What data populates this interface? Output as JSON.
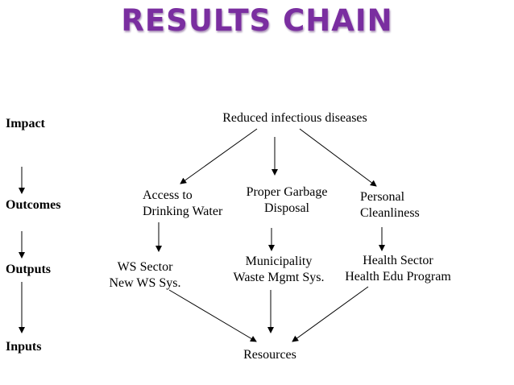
{
  "title": "RESULTS CHAIN",
  "levels": {
    "impact": "Impact",
    "outcomes": "Outcomes",
    "outputs": "Outputs",
    "inputs": "Inputs"
  },
  "nodes": {
    "reduced_diseases": "Reduced infectious diseases",
    "drinking_water": [
      "Access to",
      "Drinking Water"
    ],
    "garbage_disposal": [
      "Proper Garbage",
      "Disposal"
    ],
    "cleanliness": [
      "Personal",
      "Cleanliness"
    ],
    "ws_sector": [
      "WS Sector",
      "New WS Sys."
    ],
    "municipality": [
      "Municipality",
      "Waste Mgmt Sys."
    ],
    "health_sector": [
      "Health Sector",
      "Health Edu Program"
    ],
    "resources": "Resources"
  },
  "colors": {
    "title": "#7a2ea0",
    "text": "#000000",
    "arrow": "#000000"
  }
}
